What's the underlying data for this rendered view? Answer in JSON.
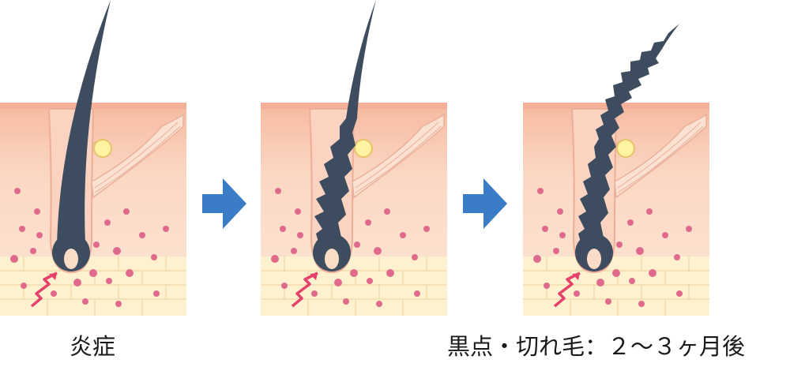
{
  "panels": [
    {
      "id": "inflammation",
      "hair": "smooth"
    },
    {
      "id": "black-dots",
      "hair": "jagged"
    },
    {
      "id": "broken-hair",
      "hair": "frayed"
    }
  ],
  "captions": {
    "first": "炎症",
    "last": "黒点・切れ毛：２～３ヶ月後"
  },
  "colors": {
    "skin_top": "#f7c2a8",
    "skin": "#fbdcc6",
    "dermis": "#fde8d8",
    "fat": "#fdf1cd",
    "fat_line": "#f2d7a8",
    "hair": "#3d4d5f",
    "cell": "#e06a8c",
    "signal": "#e5416b",
    "arrow": "#3b7cc6",
    "gland": "#fff3a6"
  }
}
